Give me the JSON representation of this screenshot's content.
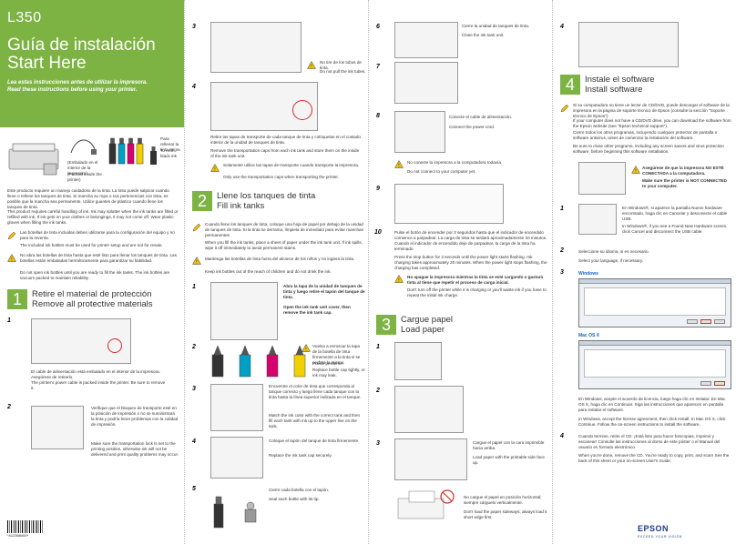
{
  "banner": {
    "model": "L350",
    "title_es": "Guía de instalación",
    "title_en": "Start Here",
    "sub_es": "Lea estas instrucciones antes de utilizar la impresora.",
    "sub_en": "Read these instructions before using your printer."
  },
  "box_contents": {
    "cable_es": "(Embalado en el interior de la impresora)",
    "cable_en": "(Packed inside the printer)",
    "ink_es": "Para rellenar la tinta negra",
    "ink_en": "To refill black ink"
  },
  "intro": {
    "p1": "Este producto requiere un manejo cuidadoso de la tinta. La tinta puede salpicar cuando llene o rellene los tanques de tinta. Si mancha su ropa o sus pertenencias con tinta, es posible que la mancha sea permanente. Utilice guantes de plástico cuando llene los tanques de tinta.",
    "p2": "This product requires careful handling of ink. Ink may splatter when the ink tanks are filled or refilled with ink. If ink gets on your clothes or belongings, it may not come off. Wear plastic gloves when filling the ink tanks.",
    "note1_es": "Las botellas de tinta incluidas deben utilizarse para la configuración del equipo y no para la reventa.",
    "note1_en": "The included ink bottles must be used for printer setup and are not for resale.",
    "note2_es": "No abra las botellas de tinta hasta que esté listo para llenar los tanques de tinta. Las botellas están embaladas herméticamente para garantizar su fiabilidad.",
    "note2_en": "Do not open ink bottles until you are ready to fill the ink tanks. The ink bottles are vacuum packed to maintain reliability."
  },
  "section1": {
    "num": "1",
    "title_es": "Retire el material de protección",
    "title_en": "Remove all protective materials",
    "step1": "1",
    "step1_es": "El cable de alimentación está embalado en el interior de la impresora. Asegúrese de retirarlo.",
    "step1_en": "The printer's power cable is packed inside the printer. Be sure to remove it.",
    "step2": "2",
    "step2_es": "Verifique que el bloqueo de transporte esté en la posición de impresión o no se suministrará la tinta y podría tener problemas con la calidad de impresión.",
    "step2_en": "Make sure the transportation lock is set to the printing position, otherwise ink will not be delivered and print quality problems may occur."
  },
  "col2": {
    "step3": "3",
    "step3_es": "No tire de los tubos de tinta.",
    "step3_en": "Do not pull the ink tubes.",
    "step4": "4",
    "step4_es": "Retire las tapas de transporte de cada tanque de tinta y colóquelas en el costado interior de la unidad de tanques de tinta.",
    "step4_en": "Remove the transportation caps from each ink tank and store them on the inside of the ink tank unit.",
    "step4_note_es": "Solamente utilice las tapas de transporte cuando transporte la impresora.",
    "step4_note_en": "Only use the transportation caps when transporting the printer."
  },
  "section2": {
    "num": "2",
    "title_es": "Llene los tanques de tinta",
    "title_en": "Fill ink tanks",
    "note1_es": "Cuando llene los tanques de tinta, coloque una hoja de papel por debajo de la unidad de tanques de tinta. Si la tinta se derrama, límpiela de inmediato para evitar manchas permanentes.",
    "note1_en": "When you fill the ink tanks, place a sheet of paper under the ink tank unit. If ink spills, wipe it off immediately to avoid permanent stains.",
    "note2_es": "Mantenga las botellas de tinta fuera del alcance de los niños y no ingiera la tinta.",
    "note2_en": "Keep ink bottles out of the reach of children and do not drink the ink.",
    "step1": "1",
    "step1_es": "Abra la tapa de la unidad de tanques de tinta y luego retire el tapón del tanque de tinta.",
    "step1_en": "Open the ink tank unit cover, then remove the ink tank cap.",
    "step2": "2",
    "step2_es": "Vuelva a enroscar la tapa de la botella de tinta firmemente a la tinta si se perfora la misma.",
    "step2_es2": "Puede perderse.",
    "step2_en": "Replace bottle cap tightly, or ink may leak.",
    "step3": "3",
    "step3_es": "Encuentre el color de tinta que corresponda al tanque correcto y luego llene cada tanque con la tinta hasta la línea superior indicada en el tanque.",
    "step3_en": "Match the ink color with the correct tank and then fill each tank with ink up to the upper line on the tank.",
    "step4": "4",
    "step4_es": "Coloque el tapón del tanque de tinta firmemente.",
    "step4_en": "Replace the ink tank cap securely.",
    "step5": "5",
    "step5_es": "Cierre cada botella con el tapón.",
    "step5_en": "Seal each bottle with its tip."
  },
  "col3": {
    "step6": "6",
    "step6_es": "Cierre la unidad de tanques de tinta.",
    "step6_en": "Close the ink tank unit.",
    "step7": "7",
    "step8": "8",
    "step8_es": "Conecte el cable de alimentación.",
    "step8_en": "Connect the power cord.",
    "step8_note_es": "No conecte la impresora a la computadora todavía.",
    "step8_note_en": "Do not connect to your computer yet.",
    "step9": "9",
    "step10": "10",
    "step10_es": "Pulse el botón de encender por 3 segundos hasta que el indicador de encendido comience a parpadear. La carga de tinta se tardará aproximadamente 20 minutos. Cuando el indicador de encendido deje de parpadear, la carga de la tinta ha terminado.",
    "step10_en": "Press the stop button for 3 seconds until the power light starts flashing. Ink charging takes approximately 20 minutes. When the power light stops flashing, the charging has completed.",
    "step10_note_es": "No apague la impresora mientras la tinta se esté cargando o gastará tinta al tiene que repetir el proceso de carga inicial.",
    "step10_note_en": "Don't turn off the printer while it is charging or you'll waste ink if you have to repeat the initial ink charge."
  },
  "section3": {
    "num": "3",
    "title_es": "Cargue papel",
    "title_en": "Load paper",
    "step1": "1",
    "step2": "2",
    "step3": "3",
    "step3_es": "Cargue el papel con la cara imprimible hacia arriba.",
    "step3_en": "Load paper with the printable side face up.",
    "note_es": "No cargue el papel en posición horizontal; siempre cárguelo verticalmente.",
    "note_en": "Don't load the paper sideways; always load it short edge first."
  },
  "section4": {
    "num": "4",
    "title_es": "Instale el software",
    "title_en": "Install software",
    "top_step": "4",
    "note1_es": "Si su computadora no tiene un lector de CD/DVD, puede descargar el software de la impresora en la página de soporte técnico de Epson (consulte la sección \"Soporte técnico de Epson\").",
    "note1_en": "If your computer does not have a CD/DVD drive, you can download the software from the Epson website (see \"Epson technical support\").",
    "note2_es": "Cierre todos los otros programas, incluyendo cualquier protector de pantalla o software antivirus, antes de comenzar la instalación del software.",
    "note2_en": "Be sure to close other programs, including any screen savers and virus protection software, before beginning this software installation.",
    "caution_es": "Asegúrese de que la impresora NO ESTÉ CONECTADA a la computadora.",
    "caution_en": "Make sure the printer is NOT CONNECTED to your computer.",
    "step1": "1",
    "step1_es": "En Windows®, si aparece la pantalla Nuevo hardware encontrado, haga clic en Cancelar y desconecte el cable USB.",
    "step1_en": "In Windows®, if you see a Found New Hardware screen, click Cancel and disconnect the USB cable.",
    "step2": "2",
    "step2_es": "Seleccione su idioma, si es necesario.",
    "step2_en": "Select your language, if necessary.",
    "step3": "3",
    "windows_label": "Windows",
    "mac_label": "Mac OS X",
    "step3_es": "En Windows, acepte el acuerdo de licencia, luego haga clic en Instalar. En Mac OS X, haga clic en Continuar. Siga las instrucciones que aparecen en pantalla para instalar el software.",
    "step3_en": "In Windows, accept the license agreement, then click Install. In Mac OS X, click Continue. Follow the on-screen instructions to install the software.",
    "step4": "4",
    "step4_es": "Cuando termine, retire el CD. ¡Está listo para hacer fotocopias, imprimir y escanear! Consulte las instrucciones al dorso de este póster o el Manual del usuario en formato electrónico.",
    "step4_en": "When you're done, remove the CD. You're ready to copy, print, and scan! See the back of this sheet or your on-screen User's Guide."
  },
  "footer": {
    "brand": "EPSON",
    "brand_sub": "EXCEED YOUR VISION",
    "barcode": "*412368400*"
  },
  "colors": {
    "accent": "#7cb342",
    "warning": "#d32f2f",
    "brand": "#1a3a8a"
  }
}
